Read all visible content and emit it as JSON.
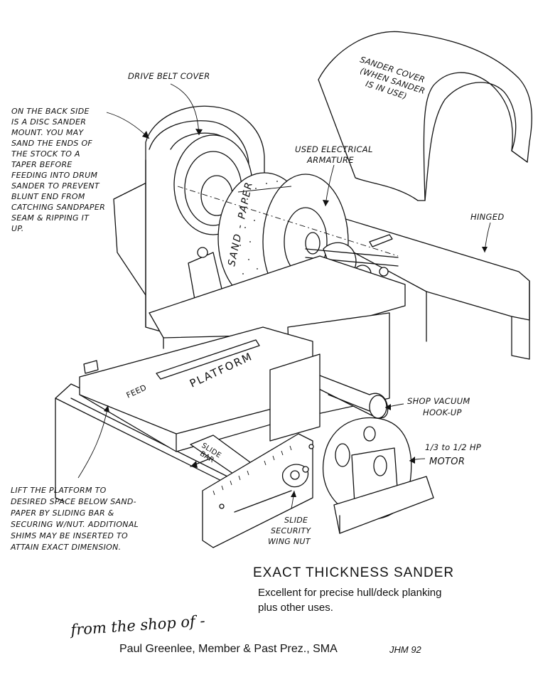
{
  "labels": {
    "drive_belt_cover": "DRIVE BELT COVER",
    "sander_cover": [
      "SANDER COVER",
      "(WHEN SANDER",
      "IS IN USE)"
    ],
    "used_armature": [
      "USED ELECTRICAL",
      "ARMATURE"
    ],
    "hinged": "HINGED",
    "back_side_note": [
      "ON THE BACK SIDE",
      "IS A DISC SANDER",
      "MOUNT. YOU MAY",
      "SAND THE ENDS OF",
      "THE STOCK TO A",
      "TAPER BEFORE",
      "FEEDING INTO DRUM",
      "SANDER TO PREVENT",
      "BLUNT END FROM",
      "CATCHING SANDPAPER",
      "SEAM & RIPPING IT",
      "UP."
    ],
    "sand_paper": "SAND - PAPER",
    "platform": "PLATFORM",
    "feed": "FEED",
    "slide_bar": [
      "SLIDE",
      "BAR"
    ],
    "shop_vacuum": [
      "SHOP VACUUM",
      "HOOK-UP"
    ],
    "motor": [
      "1/3 to 1/2 HP",
      "MOTOR"
    ],
    "lift_note": [
      "LIFT THE PLATFORM TO",
      "DESIRED SPACE BELOW SAND-",
      "PAPER BY SLIDING BAR &",
      "SECURING W/NUT. ADDITIONAL",
      "SHIMS MAY BE INSERTED TO",
      "ATTAIN EXACT DIMENSION."
    ],
    "wing_nut": [
      "SLIDE",
      "SECURITY",
      "WING NUT"
    ]
  },
  "title": {
    "main": "EXACT THICKNESS SANDER",
    "sub": [
      "Excellent for precise hull/deck planking",
      "plus other uses."
    ]
  },
  "credit": {
    "from": "from the shop of -",
    "name": "Paul Greenlee, Member & Past Prez., SMA",
    "signature": "JHM 92"
  }
}
